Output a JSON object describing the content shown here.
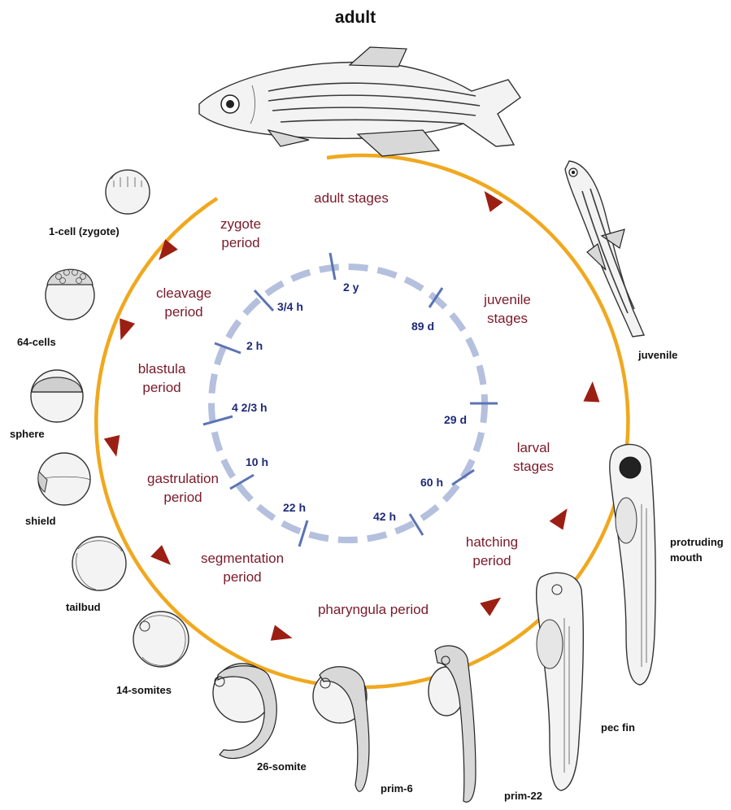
{
  "title": "adult",
  "stage_labels": {
    "one_cell": "1-cell (zygote)",
    "cells64": "64-cells",
    "sphere": "sphere",
    "shield": "shield",
    "tailbud": "tailbud",
    "somites14": "14-somites",
    "somite26": "26-somite",
    "prim6": "prim-6",
    "prim22": "prim-22",
    "pec_fin": "pec fin",
    "protruding": "protruding",
    "mouth": "mouth",
    "juvenile": "juvenile"
  },
  "periods": {
    "adult1": "adult stages",
    "zygote1": "zygote",
    "zygote2": "period",
    "cleavage1": "cleavage",
    "cleavage2": "period",
    "blastula1": "blastula",
    "blastula2": "period",
    "gastrulation1": "gastrulation",
    "gastrulation2": "period",
    "segmentation1": "segmentation",
    "segmentation2": "period",
    "pharyngula1": "pharyngula period",
    "hatching1": "hatching",
    "hatching2": "period",
    "larval1": "larval",
    "larval2": "stages",
    "juvenile1": "juvenile",
    "juvenile2": "stages"
  },
  "times": {
    "t1": "3/4 h",
    "t2": "2 h",
    "t3": "4 2/3  h",
    "t4": "10 h",
    "t5": "22 h",
    "t6": "42 h",
    "t7": "60 h",
    "t8": "29 d",
    "t9": "89 d",
    "t10": "2 y"
  },
  "colors": {
    "outer_ring": "#f0a81e",
    "arrow": "#9c1f14",
    "inner_ring": "#b4c0de",
    "tick": "#5c74b4",
    "period_text": "#7a1a2a",
    "time_text": "#1f2a78"
  }
}
